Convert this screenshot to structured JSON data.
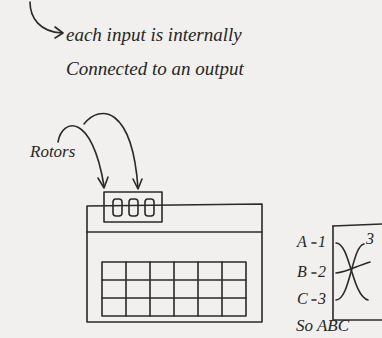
{
  "diagram": {
    "labels": [
      "each input is internally Connected to an output",
      "Rotors",
      "A",
      "1",
      "B",
      "2",
      "C",
      "3",
      "3",
      "So ABC"
    ]
  }
}
